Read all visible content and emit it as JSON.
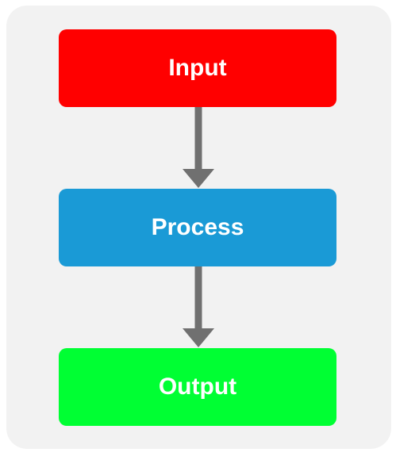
{
  "diagram": {
    "nodes": [
      {
        "id": "input",
        "label": "Input",
        "color": "#ff0000"
      },
      {
        "id": "process",
        "label": "Process",
        "color": "#1a9ad6"
      },
      {
        "id": "output",
        "label": "Output",
        "color": "#00ff33"
      }
    ],
    "edges": [
      {
        "from": "input",
        "to": "process"
      },
      {
        "from": "process",
        "to": "output"
      }
    ],
    "arrow_color": "#707070",
    "panel_color": "#f2f2f2"
  }
}
